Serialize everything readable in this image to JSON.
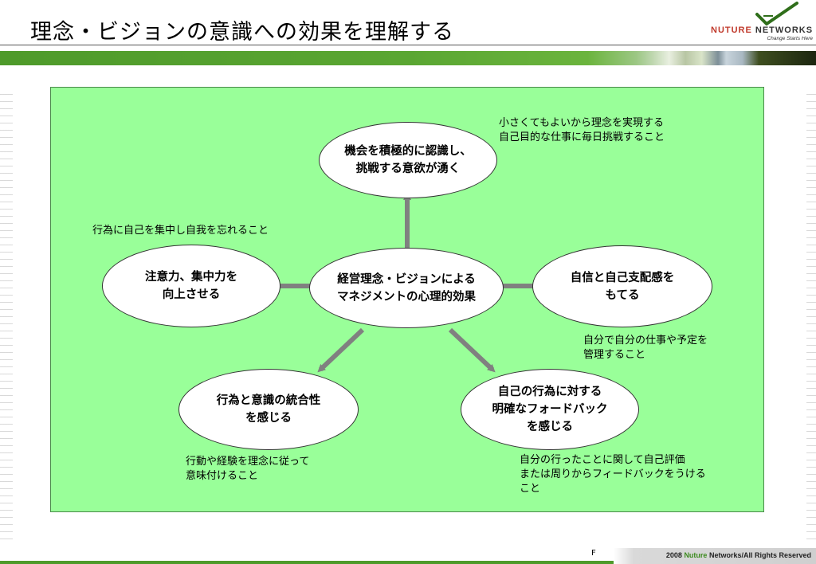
{
  "header": {
    "title": "理念・ビジョンの意識への効果を理解する",
    "logo_name_left": "NUTURE",
    "logo_name_right": "NETWORKS",
    "logo_tagline": "Change Starts Here"
  },
  "diagram": {
    "center": "経営理念・ビジョンによる\nマネジメントの心理的効果",
    "top": "機会を積極的に認識し、\n挑戦する意欲が湧く",
    "left": "注意力、集中力を\n向上させる",
    "right": "自信と自己支配感を\nもてる",
    "bottom_left": "行為と意識の統合性\nを感じる",
    "bottom_right": "自己の行為に対する\n明確なフォードバック\nを感じる",
    "notes": {
      "top": "小さくてもよいから理念を実現する\n自己目的な仕事に毎日挑戦すること",
      "left": "行為に自己を集中し自我を忘れること",
      "right": "自分で自分の仕事や予定を\n管理すること",
      "bottom_left": "行動や経験を理念に従って\n意味付けること",
      "bottom_right": "自分の行ったことに関して自己評価\nまたは周りからフィードバックをうける\nこと"
    },
    "arrow_color": "#808080",
    "panel_color": "#99ff99"
  },
  "footer": {
    "page_marker": "F",
    "copyright_year": "2008",
    "copyright_brand": "Nuture",
    "copyright_rest": "Networks/All Rights Reserved"
  }
}
